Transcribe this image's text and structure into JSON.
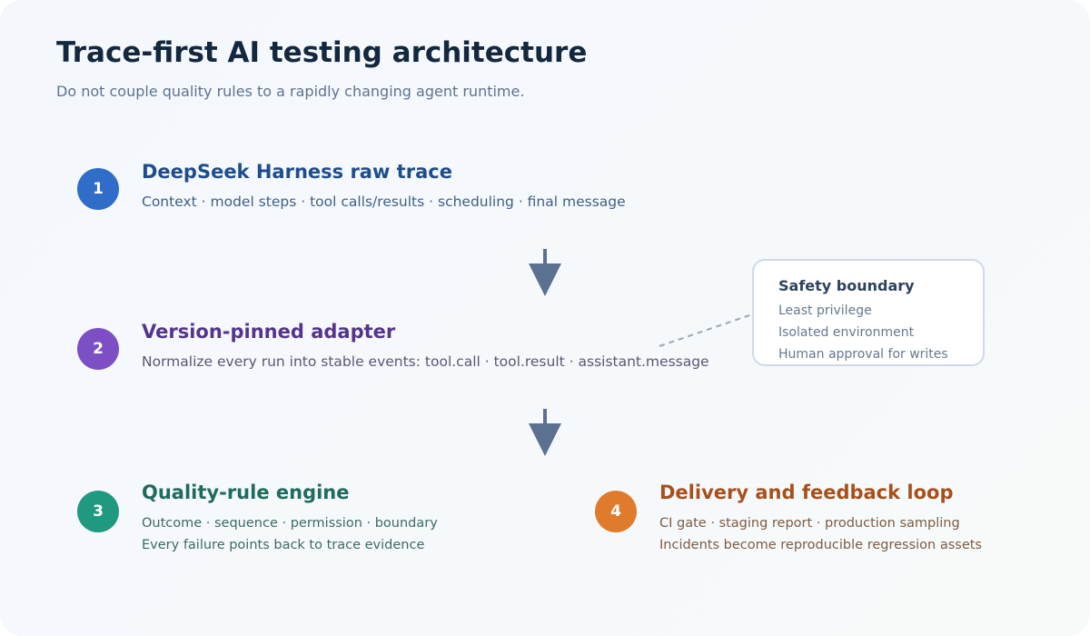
{
  "header": {
    "title": "Trace-first AI testing architecture",
    "subtitle": "Do not couple quality rules to a rapidly changing agent runtime."
  },
  "steps": [
    {
      "number": "1",
      "title": "DeepSeek Harness raw trace",
      "lines": [
        "Context · model steps · tool calls/results · scheduling · final message"
      ]
    },
    {
      "number": "2",
      "title": "Version-pinned adapter",
      "lines": [
        "Normalize every run into stable events: tool.call · tool.result · assistant.message"
      ]
    },
    {
      "number": "3",
      "title": "Quality-rule engine",
      "lines": [
        "Outcome · sequence · permission · boundary",
        "Every failure points back to trace evidence"
      ]
    },
    {
      "number": "4",
      "title": "Delivery and feedback loop",
      "lines": [
        "CI gate · staging report · production sampling",
        "Incidents become reproducible regression assets"
      ]
    }
  ],
  "safety": {
    "title": "Safety boundary",
    "items": [
      "Least privilege",
      "Isolated environment",
      "Human approval for writes"
    ]
  },
  "colors": {
    "step1": "#2f6dc8",
    "step2": "#7d4fc4",
    "step3": "#1f9a80",
    "step4": "#e07b2c",
    "arrow": "#5c7090"
  }
}
